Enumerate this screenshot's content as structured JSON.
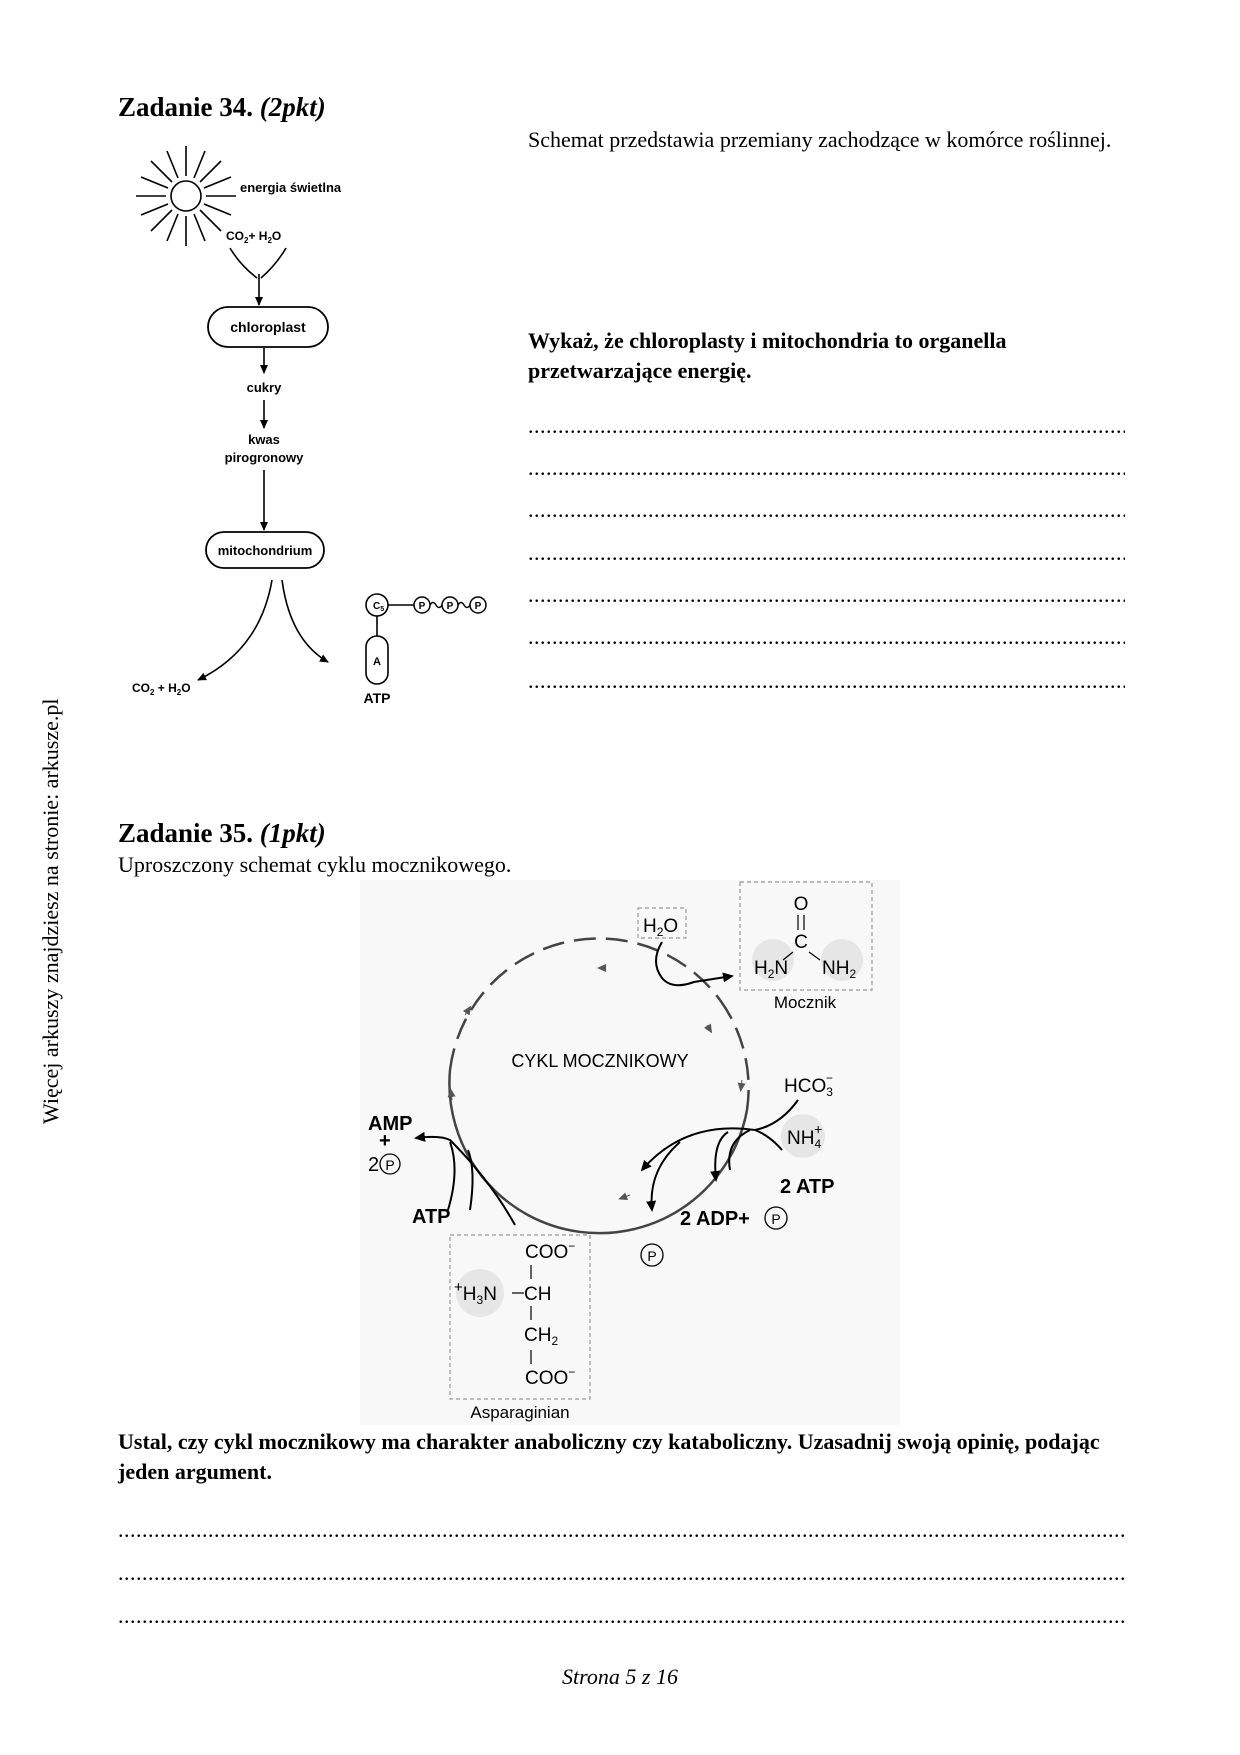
{
  "sidebar": {
    "text": "Więcej arkuszy znajdziesz na stronie: arkusze.pl"
  },
  "task34": {
    "label": "Zadanie 34.",
    "points": "(2pkt)",
    "intro": "Schemat przedstawia przemiany zachodzące w komórce roślinnej.",
    "question": "Wykaż, że chloroplasty i mitochondria to organella przetwarzające energię.",
    "diagram": {
      "light": "energia świetlna",
      "input_co2": "CO",
      "input_sub2": "2",
      "input_plus_h2o": "+ H",
      "input_sub_h": "2",
      "input_o": "O",
      "chloroplast": "chloroplast",
      "sugars": "cukry",
      "pyruvic_1": "kwas",
      "pyruvic_2": "pirogronowy",
      "mitochondrium": "mitochondrium",
      "output_co2": "CO",
      "output_sub2": "2",
      "output_plus_h": " + H",
      "output_sub_h": "2",
      "output_o": "O",
      "atp": "ATP",
      "atp_a": "A",
      "atp_c5": "C",
      "atp_c5_sub": "5",
      "atp_p": "P"
    }
  },
  "task35": {
    "label": "Zadanie 35.",
    "points": "(1pkt)",
    "intro": "Uproszczony schemat cyklu mocznikowego.",
    "question": "Ustal, czy cykl mocznikowy ma charakter anaboliczny czy  kataboliczny. Uzasadnij swoją opinię,  podając jeden argument.",
    "diagram": {
      "cycle": "CYKL MOCZNIKOWY",
      "water_h": "H",
      "water_sub": "2",
      "water_o": "O",
      "urea": "Mocznik",
      "urea_o": "O",
      "urea_c": "C",
      "urea_h2n_h": "H",
      "urea_h2n_sub": "2",
      "urea_h2n_n": "N",
      "urea_nh2_nh": "NH",
      "urea_nh2_sub": "2",
      "hco3": "HCO",
      "hco3_sub": "3",
      "hco3_sup": "−",
      "nh4": "NH",
      "nh4_sub": "4",
      "nh4_sup": "+",
      "two_atp": "2 ATP",
      "two_adp": "2 ADP+",
      "p": "P",
      "amp": "AMP",
      "plus": "+",
      "two": "2",
      "atp": "ATP",
      "asp": "Asparaginian",
      "coo1": "COO",
      "coo_sup": "−",
      "ch": "CH",
      "ch2": "CH",
      "ch2_sub": "2",
      "coo2": "COO",
      "h3n_plus": "+",
      "h3n_h": "H",
      "h3n_sub": "3",
      "h3n_n": "N"
    }
  },
  "answer_dots": "..................................................................................................................................................................................",
  "footer": "Strona 5 z 16"
}
